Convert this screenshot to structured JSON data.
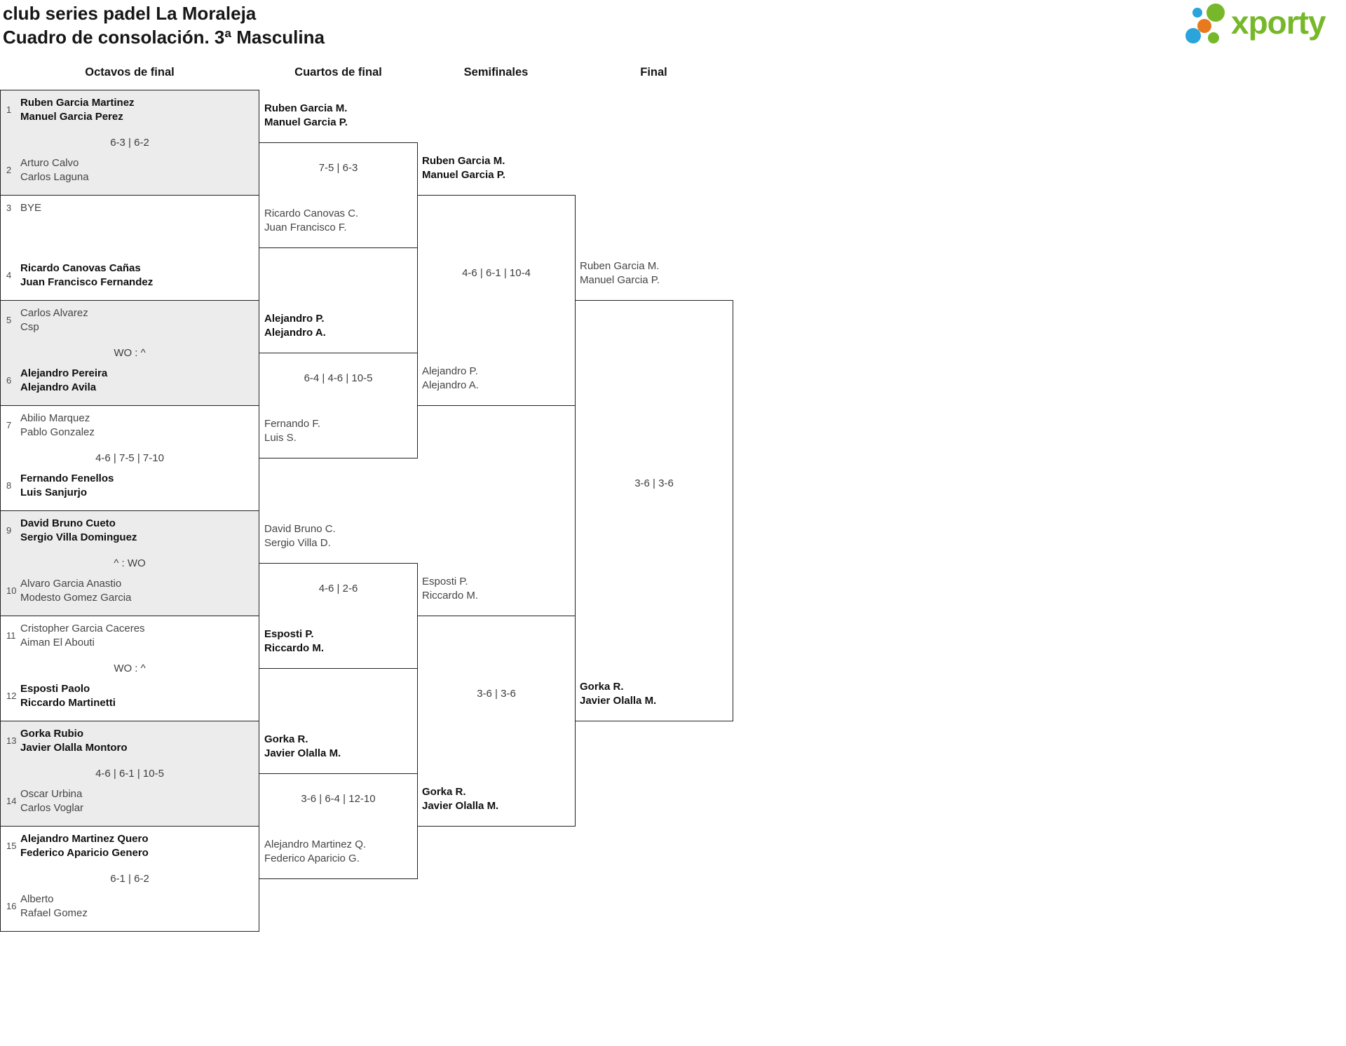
{
  "title": {
    "line1": "club series padel La Moraleja",
    "line2": "Cuadro de consolación. 3ª Masculina"
  },
  "logo": {
    "wordmark": "xporty",
    "colors": {
      "green": "#76b82a",
      "blue": "#2ba3db",
      "orange": "#e8791d"
    }
  },
  "round_headers": [
    "Octavos de final",
    "Cuartos de final",
    "Semifinales",
    "Final"
  ],
  "octavos": {
    "matches": [
      {
        "seed1": "1",
        "team1": [
          "Ruben Garcia Martinez",
          "Manuel Garcia Perez"
        ],
        "score": "6-3 | 6-2",
        "seed2": "2",
        "team2": [
          "Arturo Calvo",
          "Carlos Laguna"
        ],
        "winner": "team1"
      },
      {
        "seed1": "3",
        "team1": [
          "BYE",
          ""
        ],
        "score": "",
        "seed2": "4",
        "team2": [
          "Ricardo Canovas Cañas",
          "Juan Francisco Fernandez"
        ],
        "winner": "team2"
      },
      {
        "seed1": "5",
        "team1": [
          "Carlos Alvarez",
          "Csp"
        ],
        "score": "WO : ^",
        "seed2": "6",
        "team2": [
          "Alejandro Pereira",
          "Alejandro Avila"
        ],
        "winner": "team2"
      },
      {
        "seed1": "7",
        "team1": [
          "Abilio Marquez",
          "Pablo Gonzalez"
        ],
        "score": "4-6 | 7-5 | 7-10",
        "seed2": "8",
        "team2": [
          "Fernando Fenellos",
          "Luis Sanjurjo"
        ],
        "winner": "team2"
      },
      {
        "seed1": "9",
        "team1": [
          "David Bruno Cueto",
          "Sergio Villa Dominguez"
        ],
        "score": "^ : WO",
        "seed2": "10",
        "team2": [
          "Alvaro Garcia Anastio",
          "Modesto Gomez Garcia"
        ],
        "winner": "team1"
      },
      {
        "seed1": "11",
        "team1": [
          "Cristopher Garcia Caceres",
          "Aiman El Abouti"
        ],
        "score": "WO : ^",
        "seed2": "12",
        "team2": [
          "Esposti Paolo",
          "Riccardo Martinetti"
        ],
        "winner": "team2"
      },
      {
        "seed1": "13",
        "team1": [
          "Gorka Rubio",
          "Javier Olalla Montoro"
        ],
        "score": "4-6 | 6-1 | 10-5",
        "seed2": "14",
        "team2": [
          "Oscar Urbina",
          "Carlos Voglar"
        ],
        "winner": "team1"
      },
      {
        "seed1": "15",
        "team1": [
          "Alejandro Martinez Quero",
          "Federico Aparicio Genero"
        ],
        "score": "6-1 | 6-2",
        "seed2": "16",
        "team2": [
          "Alberto",
          "Rafael Gomez"
        ],
        "winner": "team1"
      }
    ]
  },
  "cuartos": {
    "matches": [
      {
        "team1": [
          "Ruben Garcia M.",
          "Manuel Garcia P."
        ],
        "score": "7-5 | 6-3",
        "team2": [
          "Ricardo Canovas C.",
          "Juan Francisco F."
        ],
        "winner": "team1"
      },
      {
        "team1": [
          "Alejandro P.",
          "Alejandro A."
        ],
        "score": "6-4 | 4-6 | 10-5",
        "team2": [
          "Fernando F.",
          "Luis S."
        ],
        "winner": "team1"
      },
      {
        "team1": [
          "David Bruno C.",
          "Sergio Villa D."
        ],
        "score": "4-6 | 2-6",
        "team2": [
          "Esposti P.",
          "Riccardo M."
        ],
        "winner": "team2"
      },
      {
        "team1": [
          "Gorka R.",
          "Javier Olalla M."
        ],
        "score": "3-6 | 6-4 | 12-10",
        "team2": [
          "Alejandro Martinez Q.",
          "Federico Aparicio G."
        ],
        "winner": "team1"
      }
    ]
  },
  "semifinales": {
    "matches": [
      {
        "team1": [
          "Ruben Garcia M.",
          "Manuel Garcia P."
        ],
        "score": "4-6 | 6-1 | 10-4",
        "team2": [
          "Alejandro P.",
          "Alejandro A."
        ],
        "winner": "team1"
      },
      {
        "team1": [
          "Esposti P.",
          "Riccardo M."
        ],
        "score": "3-6 | 3-6",
        "team2": [
          "Gorka R.",
          "Javier Olalla M."
        ],
        "winner": "team2"
      }
    ]
  },
  "final": {
    "matches": [
      {
        "team1": [
          "Ruben Garcia M.",
          "Manuel Garcia P."
        ],
        "score": "3-6 | 3-6",
        "team2": [
          "Gorka R.",
          "Javier Olalla M."
        ],
        "winner": "team2"
      }
    ]
  }
}
